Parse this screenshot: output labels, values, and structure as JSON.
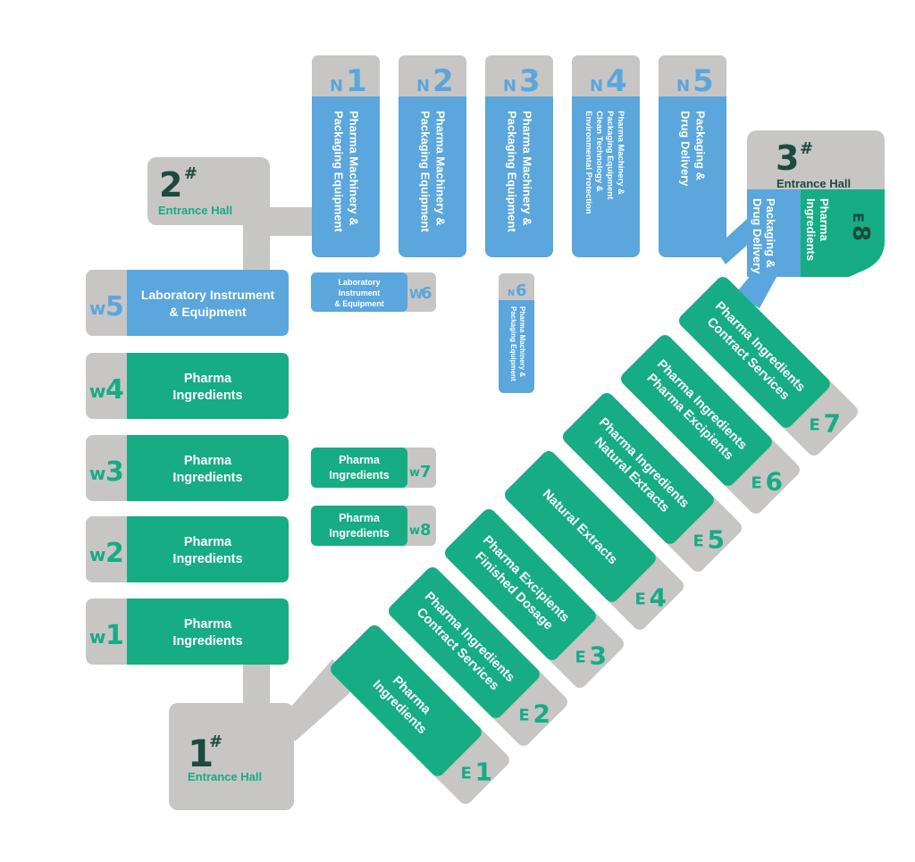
{
  "colors": {
    "grey": "#c7c6c5",
    "blue": "#5aa6dd",
    "green": "#16ac84",
    "dark": "#1d4a3f",
    "white": "#ffffff"
  },
  "entrances": [
    {
      "id": "e1",
      "number": "1",
      "mark": "#",
      "label": "Entrance Hall"
    },
    {
      "id": "e2",
      "number": "2",
      "mark": "#",
      "label": "Entrance Hall"
    },
    {
      "id": "e3",
      "number": "3",
      "mark": "#",
      "label": "Entrance Hall"
    }
  ],
  "north": [
    {
      "id": "n1",
      "letter": "N",
      "num": "1",
      "lines": [
        "Pharma Machinery &",
        "Packaging Equipment"
      ]
    },
    {
      "id": "n2",
      "letter": "N",
      "num": "2",
      "lines": [
        "Pharma Machinery &",
        "Packaging Equipment"
      ]
    },
    {
      "id": "n3",
      "letter": "N",
      "num": "3",
      "lines": [
        "Pharma Machinery &",
        "Packaging Equipment"
      ]
    },
    {
      "id": "n4",
      "letter": "N",
      "num": "4",
      "lines": [
        "Pharma Machinery &",
        "Packaging Equipment",
        "Clean Technology &",
        "Environmental Protection"
      ]
    },
    {
      "id": "n5",
      "letter": "N",
      "num": "5",
      "lines": [
        "Packaging &",
        "Drug Delivery"
      ]
    }
  ],
  "n6": {
    "letter": "N",
    "num": "6",
    "lines": [
      "Pharma Machinery &",
      "Packaging Equipment"
    ]
  },
  "w6": {
    "letter": "W",
    "num": "6",
    "lines": [
      "Laboratory",
      "Instrument",
      "& Equipment"
    ]
  },
  "west": [
    {
      "id": "w5",
      "letter": "W",
      "num": "5",
      "lines": [
        "Laboratory Instrument",
        "& Equipment"
      ]
    },
    {
      "id": "w4",
      "letter": "W",
      "num": "4",
      "lines": [
        "Pharma",
        "Ingredients"
      ]
    },
    {
      "id": "w3",
      "letter": "W",
      "num": "3",
      "lines": [
        "Pharma",
        "Ingredients"
      ]
    },
    {
      "id": "w2",
      "letter": "W",
      "num": "2",
      "lines": [
        "Pharma",
        "Ingredients"
      ]
    },
    {
      "id": "w1",
      "letter": "W",
      "num": "1",
      "lines": [
        "Pharma",
        "Ingredients"
      ]
    }
  ],
  "inner_west": [
    {
      "id": "w7",
      "letter": "W",
      "num": "7",
      "lines": [
        "Pharma",
        "Ingredients"
      ]
    },
    {
      "id": "w8",
      "letter": "W",
      "num": "8",
      "lines": [
        "Pharma",
        "Ingredients"
      ]
    }
  ],
  "east": [
    {
      "id": "e1",
      "letter": "E",
      "num": "1",
      "lines": [
        "Pharma",
        "Ingredients"
      ]
    },
    {
      "id": "e2",
      "letter": "E",
      "num": "2",
      "lines": [
        "Pharma Ingredients",
        "Contract Services"
      ]
    },
    {
      "id": "e3",
      "letter": "E",
      "num": "3",
      "lines": [
        "Pharma Excipients",
        "Finished Dosage"
      ]
    },
    {
      "id": "e4",
      "letter": "E",
      "num": "4",
      "lines": [
        "Natural Extracts"
      ]
    },
    {
      "id": "e5",
      "letter": "E",
      "num": "5",
      "lines": [
        "Pharma Ingredients",
        "Natural Extracts"
      ]
    },
    {
      "id": "e6",
      "letter": "E",
      "num": "6",
      "lines": [
        "Pharma Ingredients",
        "Pharma Excipients"
      ]
    },
    {
      "id": "e7",
      "letter": "E",
      "num": "7",
      "lines": [
        "Pharma Ingredients",
        "Contract Services"
      ]
    }
  ],
  "e8": {
    "letter": "E",
    "num": "8",
    "lines": [
      "Pharma",
      "Ingredients"
    ],
    "side_lines": [
      "Packaging &",
      "Drug Delivery"
    ]
  }
}
